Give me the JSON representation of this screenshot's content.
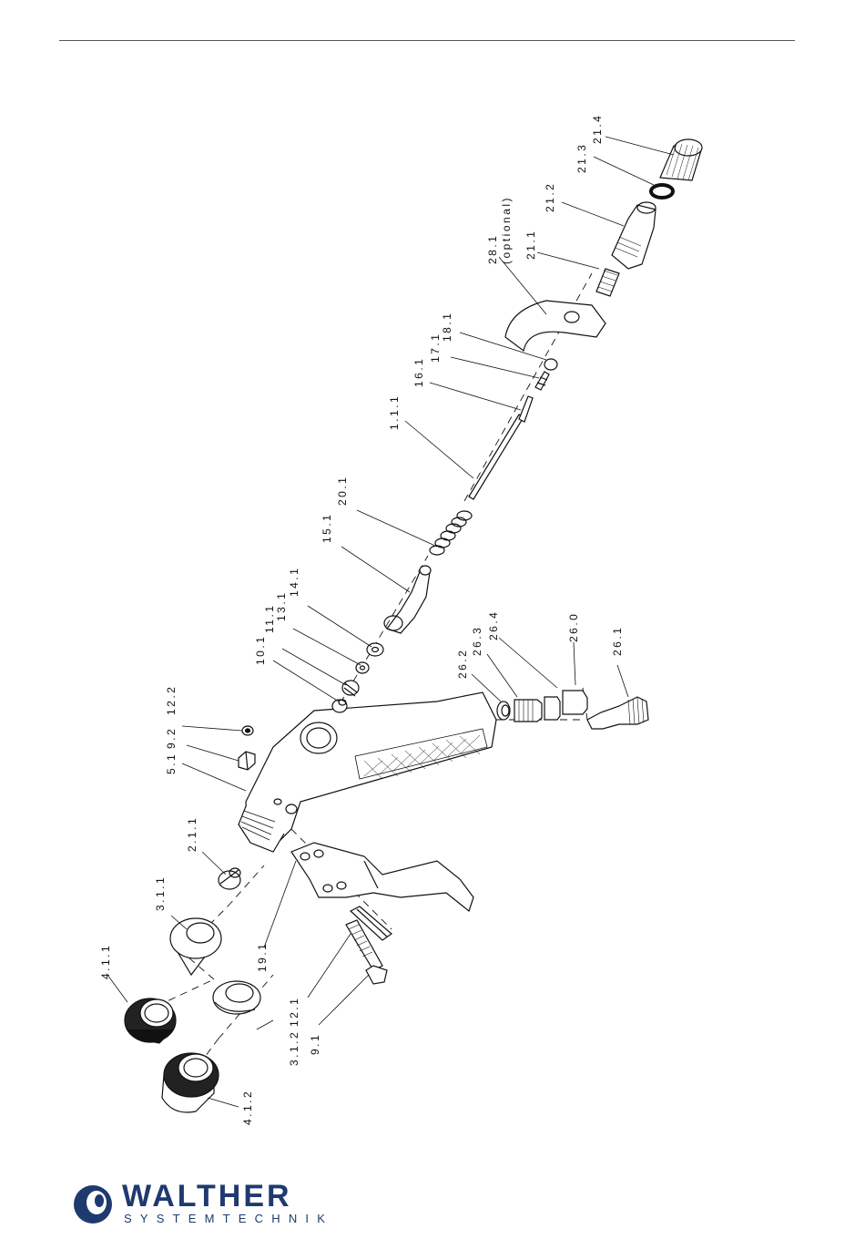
{
  "parts": [
    {
      "id": "p-4-1-1",
      "label": "4.1.1"
    },
    {
      "id": "p-4-1-2",
      "label": "4.1.2"
    },
    {
      "id": "p-3-1-1",
      "label": "3.1.1"
    },
    {
      "id": "p-3-1-2",
      "label": "3.1.2"
    },
    {
      "id": "p-2-1-1",
      "label": "2.1.1"
    },
    {
      "id": "p-5-1",
      "label": "5.1"
    },
    {
      "id": "p-9-2",
      "label": "9.2"
    },
    {
      "id": "p-12-2",
      "label": "12.2"
    },
    {
      "id": "p-19-1",
      "label": "19.1"
    },
    {
      "id": "p-12-1",
      "label": "12.1"
    },
    {
      "id": "p-9-1",
      "label": "9.1"
    },
    {
      "id": "p-10-1",
      "label": "10.1"
    },
    {
      "id": "p-11-1",
      "label": "11.1"
    },
    {
      "id": "p-13-1",
      "label": "13.1"
    },
    {
      "id": "p-14-1",
      "label": "14.1"
    },
    {
      "id": "p-15-1",
      "label": "15.1"
    },
    {
      "id": "p-20-1",
      "label": "20.1"
    },
    {
      "id": "p-1-1-1",
      "label": "1.1.1"
    },
    {
      "id": "p-16-1",
      "label": "16.1"
    },
    {
      "id": "p-17-1",
      "label": "17.1"
    },
    {
      "id": "p-18-1",
      "label": "18.1"
    },
    {
      "id": "p-28-1",
      "label": "28.1",
      "sub": "(optional)"
    },
    {
      "id": "p-21-1",
      "label": "21.1"
    },
    {
      "id": "p-21-2",
      "label": "21.2"
    },
    {
      "id": "p-21-3",
      "label": "21.3"
    },
    {
      "id": "p-21-4",
      "label": "21.4"
    },
    {
      "id": "p-26-2",
      "label": "26.2"
    },
    {
      "id": "p-26-3",
      "label": "26.3"
    },
    {
      "id": "p-26-4",
      "label": "26.4"
    },
    {
      "id": "p-26-0",
      "label": "26.0"
    },
    {
      "id": "p-26-1",
      "label": "26.1"
    }
  ],
  "logo": {
    "brand": "WALTHER",
    "subtitle": "SYSTEMTECHNIK"
  },
  "colors": {
    "line": "#111111",
    "brand": "#1e3a6e"
  }
}
